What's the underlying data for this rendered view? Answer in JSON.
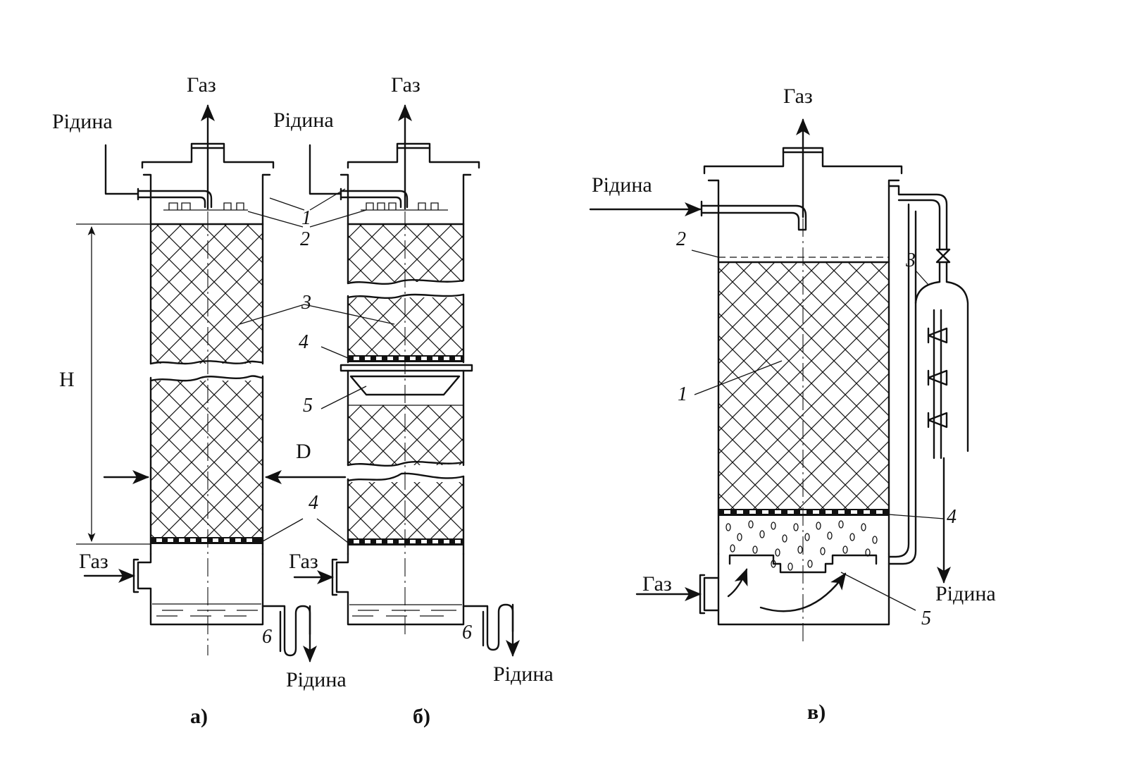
{
  "labels": {
    "gas": "Газ",
    "liquid": "Рідина",
    "height": "H",
    "diameter": "D"
  },
  "callouts": {
    "n1": "1",
    "n2": "2",
    "n3": "3",
    "n4": "4",
    "n5": "5",
    "n6": "6"
  },
  "captions": {
    "a": "а)",
    "b": "б)",
    "v": "в)"
  }
}
